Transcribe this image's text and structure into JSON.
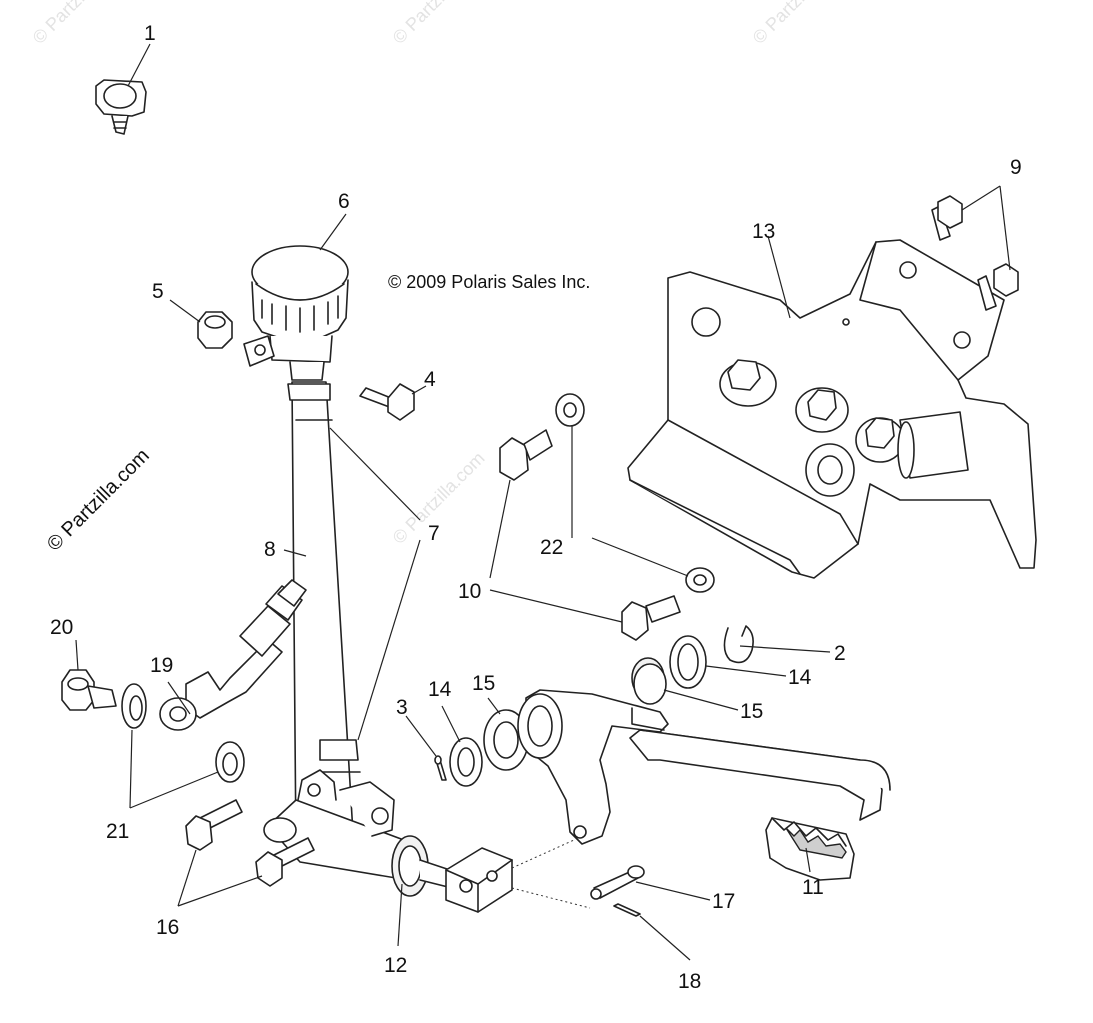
{
  "diagram": {
    "copyright_text": "© 2009 Polaris Sales Inc.",
    "side_credit_text": "© Partzilla.com",
    "watermark_text": "© Partzilla.com",
    "callouts": {
      "c1": "1",
      "c2": "2",
      "c3": "3",
      "c4": "4",
      "c5": "5",
      "c6": "6",
      "c7": "7",
      "c8": "8",
      "c9": "9",
      "c10": "10",
      "c11": "11",
      "c12": "12",
      "c13": "13",
      "c14a": "14",
      "c14b": "14",
      "c15a": "15",
      "c15b": "15",
      "c16": "16",
      "c17": "17",
      "c18": "18",
      "c19": "19",
      "c20": "20",
      "c21": "21",
      "c22": "22"
    }
  }
}
